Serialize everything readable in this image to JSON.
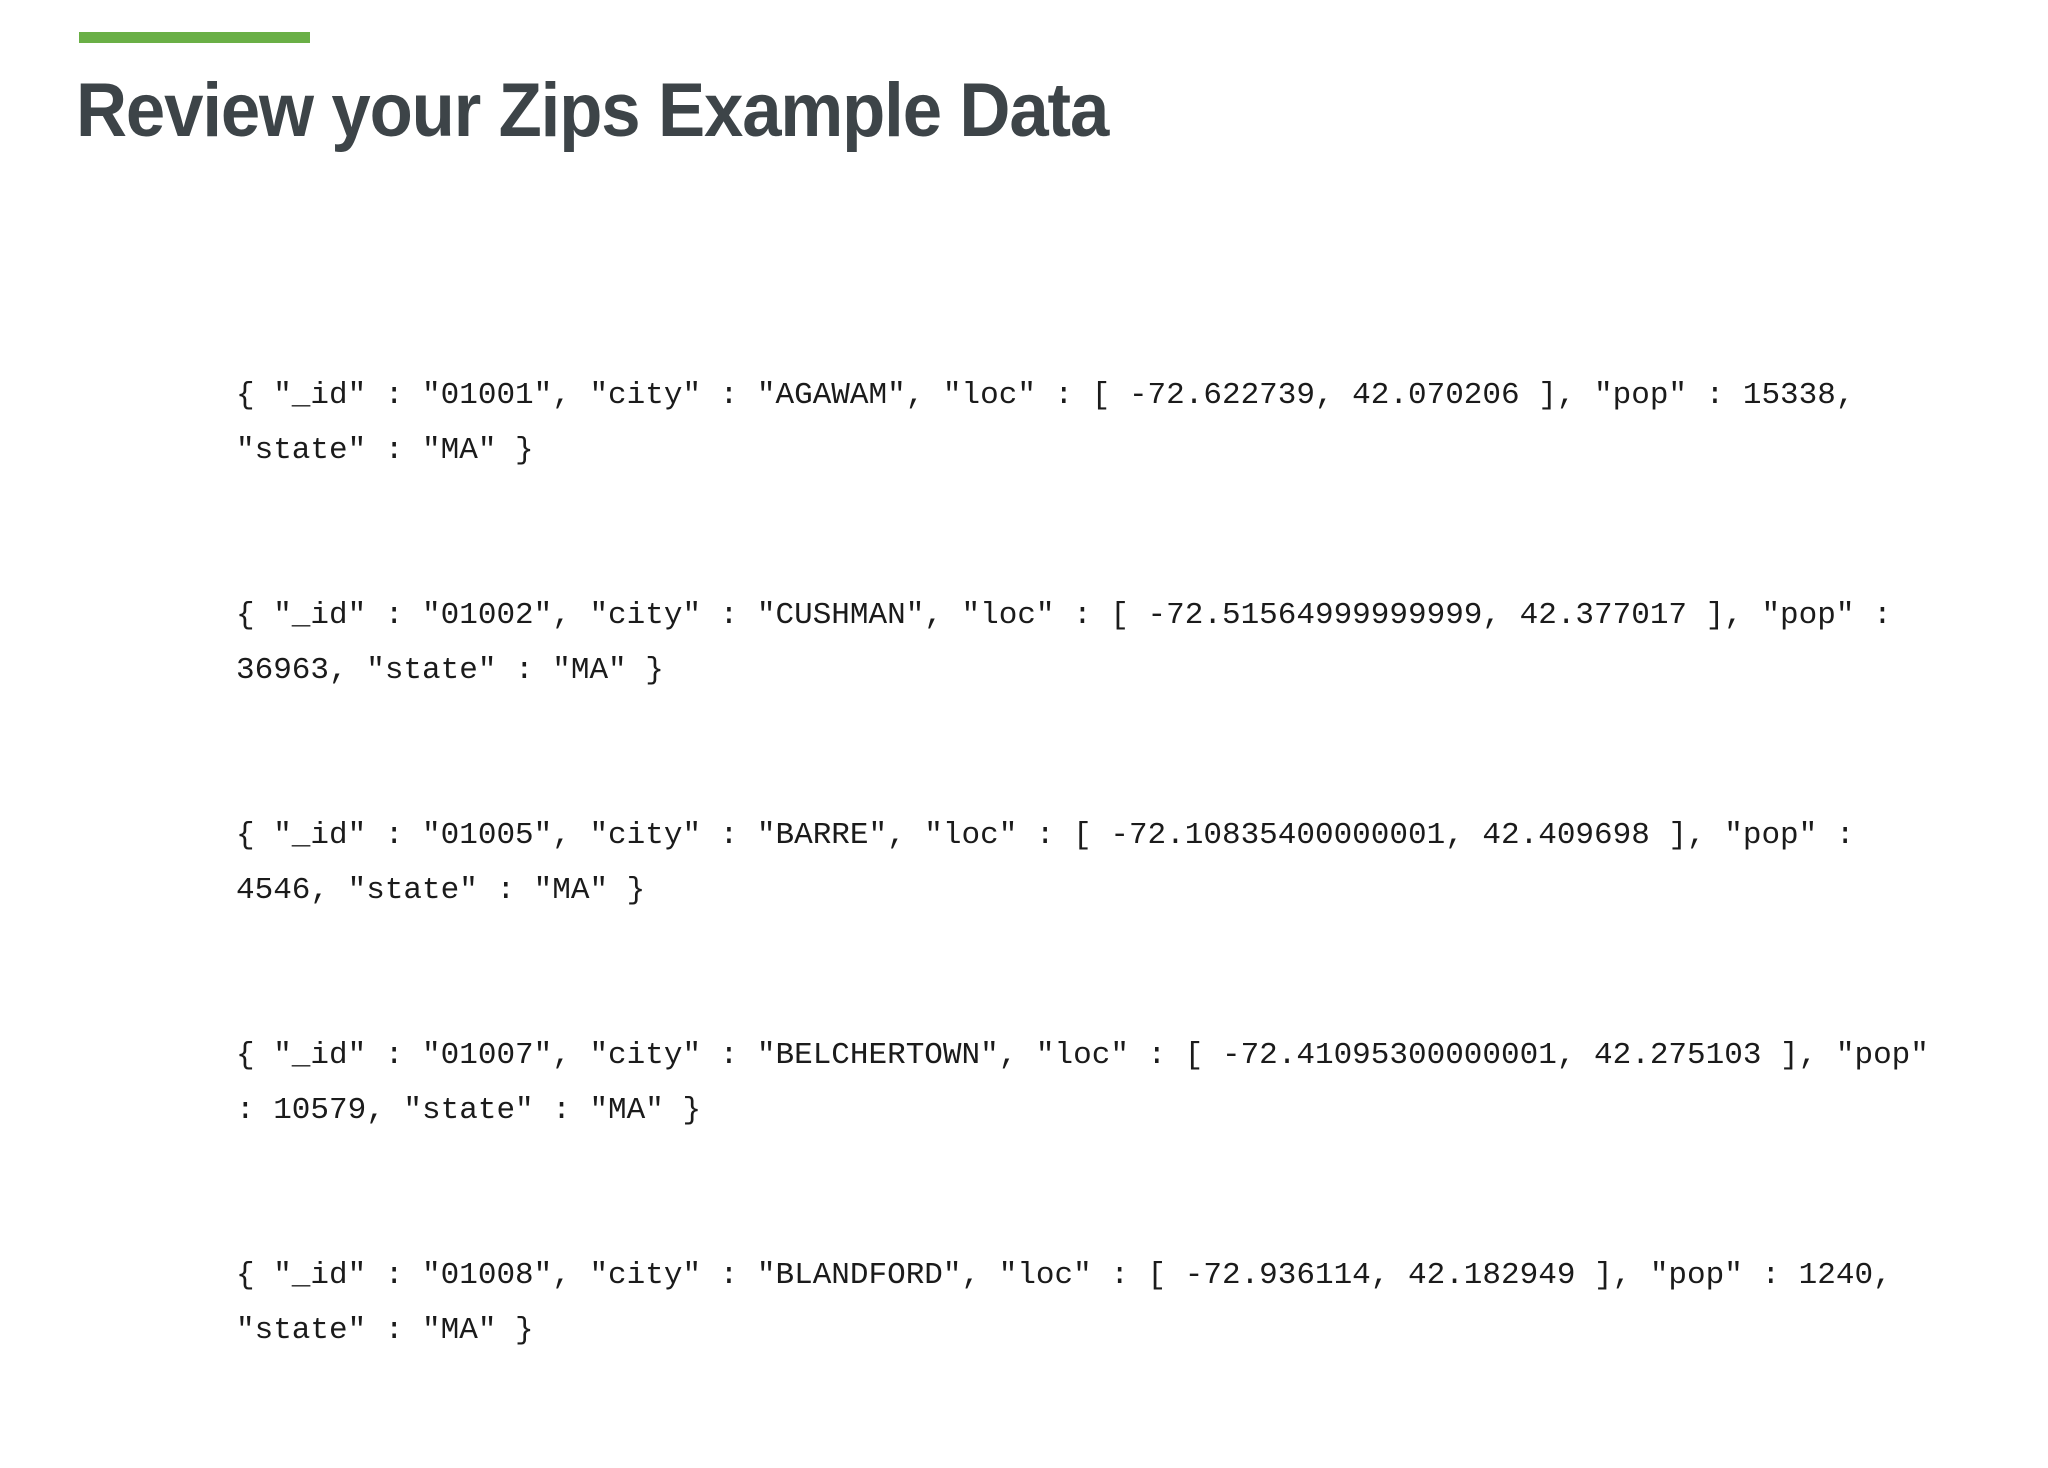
{
  "slide": {
    "title": "Review your Zips Example Data",
    "accent_color": "#6aaf46",
    "title_color": "#3d4448",
    "background_color": "#ffffff",
    "code_color": "#1b1b1b"
  },
  "code": {
    "records": [
      "{ \"_id\" : \"01001\", \"city\" : \"AGAWAM\", \"loc\" : [ -72.622739, 42.070206 ], \"pop\" : 15338, \"state\" : \"MA\" }",
      "{ \"_id\" : \"01002\", \"city\" : \"CUSHMAN\", \"loc\" : [ -72.51564999999999, 42.377017 ], \"pop\" : 36963, \"state\" : \"MA\" }",
      "{ \"_id\" : \"01005\", \"city\" : \"BARRE\", \"loc\" : [ -72.10835400000001, 42.409698 ], \"pop\" : 4546, \"state\" : \"MA\" }",
      "{ \"_id\" : \"01007\", \"city\" : \"BELCHERTOWN\", \"loc\" : [ -72.41095300000001, 42.275103 ], \"pop\" : 10579, \"state\" : \"MA\" }",
      "{ \"_id\" : \"01008\", \"city\" : \"BLANDFORD\", \"loc\" : [ -72.936114, 42.182949 ], \"pop\" : 1240, \"state\" : \"MA\" }"
    ],
    "record_0": "{ \"_id\" : \"01001\", \"city\" : \"AGAWAM\", \"loc\" : [ -72.622739, 42.070206 ], \"pop\" : 15338, \"state\" : \"MA\" }",
    "record_1": "{ \"_id\" : \"01002\", \"city\" : \"CUSHMAN\", \"loc\" : [ -72.51564999999999, 42.377017 ], \"pop\" : 36963, \"state\" : \"MA\" }",
    "record_2": "{ \"_id\" : \"01005\", \"city\" : \"BARRE\", \"loc\" : [ -72.10835400000001, 42.409698 ], \"pop\" : 4546, \"state\" : \"MA\" }",
    "record_3": "{ \"_id\" : \"01007\", \"city\" : \"BELCHERTOWN\", \"loc\" : [ -72.41095300000001, 42.275103 ], \"pop\" : 10579, \"state\" : \"MA\" }",
    "record_4": "{ \"_id\" : \"01008\", \"city\" : \"BLANDFORD\", \"loc\" : [ -72.936114, 42.182949 ], \"pop\" : 1240, \"state\" : \"MA\" }"
  },
  "documents": [
    {
      "_id": "01001",
      "city": "AGAWAM",
      "loc": [
        -72.622739,
        42.070206
      ],
      "pop": 15338,
      "state": "MA"
    },
    {
      "_id": "01002",
      "city": "CUSHMAN",
      "loc": [
        -72.51565,
        42.377017
      ],
      "pop": 36963,
      "state": "MA"
    },
    {
      "_id": "01005",
      "city": "BARRE",
      "loc": [
        -72.108354,
        42.409698
      ],
      "pop": 4546,
      "state": "MA"
    },
    {
      "_id": "01007",
      "city": "BELCHERTOWN",
      "loc": [
        -72.410953,
        42.275103
      ],
      "pop": 10579,
      "state": "MA"
    },
    {
      "_id": "01008",
      "city": "BLANDFORD",
      "loc": [
        -72.936114,
        42.182949
      ],
      "pop": 1240,
      "state": "MA"
    }
  ]
}
